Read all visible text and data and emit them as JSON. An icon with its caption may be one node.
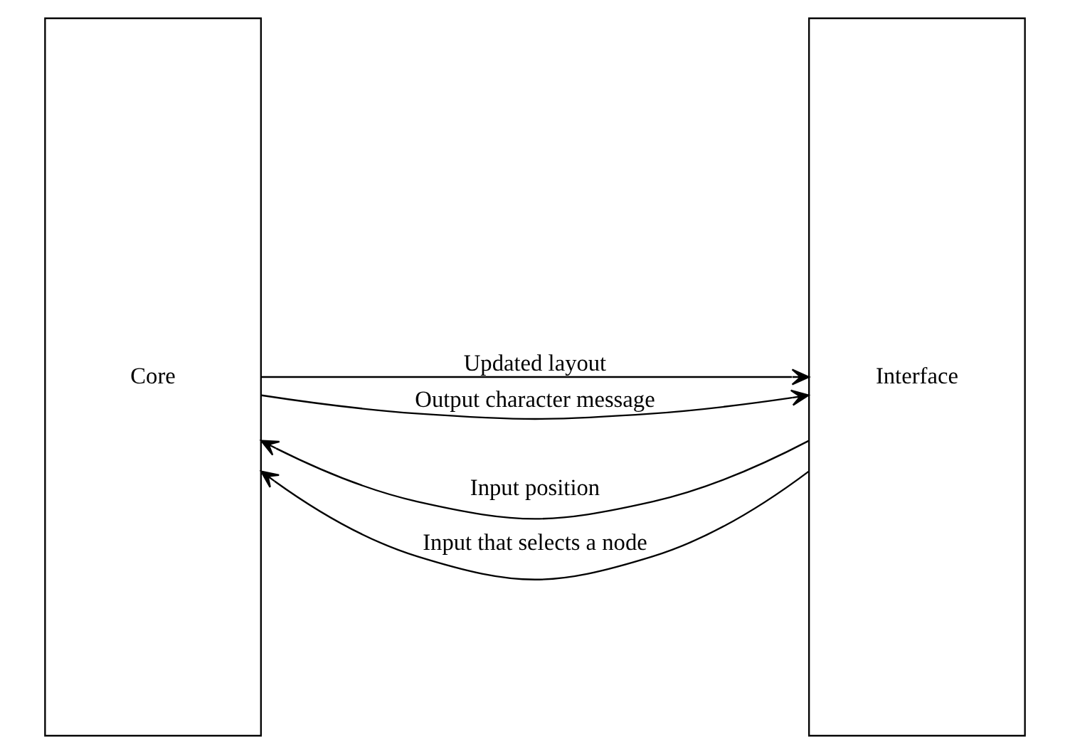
{
  "diagram": {
    "nodes": [
      {
        "text": [
          "Core"
        ]
      },
      {
        "text": [
          "Interface"
        ]
      }
    ],
    "edges": [
      {
        "from": 1,
        "to": 0,
        "arrow": "to",
        "label": "Input position"
      },
      {
        "from": 0,
        "to": 1,
        "arrow": "to",
        "label": "Updated layout"
      },
      {
        "from": 1,
        "to": 0,
        "arrow": "to",
        "label": "Input that selects a node"
      },
      {
        "from": 0,
        "to": 1,
        "arrow": "to",
        "label": "Output character message"
      }
    ]
  }
}
